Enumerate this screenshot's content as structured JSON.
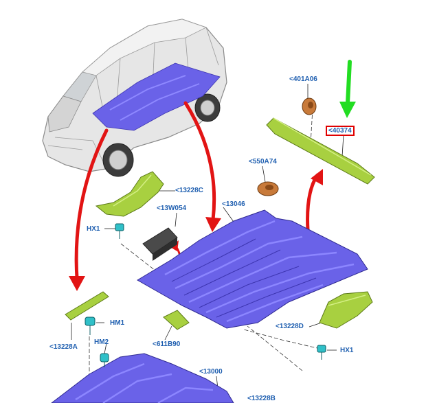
{
  "parts": [
    {
      "id": "label-401A06",
      "text": "<401A06"
    },
    {
      "id": "label-40374",
      "text": "<40374",
      "highlighted": true
    },
    {
      "id": "label-550A74",
      "text": "<550A74"
    },
    {
      "id": "label-13228C",
      "text": "<13228C"
    },
    {
      "id": "label-13W054",
      "text": "<13W054"
    },
    {
      "id": "label-13046",
      "text": "<13046"
    },
    {
      "id": "label-HX1-left",
      "text": "HX1"
    },
    {
      "id": "label-HM1",
      "text": "HM1"
    },
    {
      "id": "label-HM2",
      "text": "HM2"
    },
    {
      "id": "label-13228A",
      "text": "<13228A"
    },
    {
      "id": "label-611B90",
      "text": "<611B90"
    },
    {
      "id": "label-13228D",
      "text": "<13228D"
    },
    {
      "id": "label-HX1-right",
      "text": "HX1"
    },
    {
      "id": "label-13000",
      "text": "<13000"
    },
    {
      "id": "label-13228B",
      "text": "<13228B"
    }
  ],
  "colors": {
    "label_text": "#1f5fb0",
    "highlight_box": "#e00000",
    "pointer_arrow": "#22dd22",
    "flow_arrow": "#e21414",
    "floor_panel": "#6a62e8",
    "trim_parts": "#a8d040",
    "gasket": "#c87a3a",
    "fastener": "#30c0c8",
    "vehicle_body": "#d8d8d8"
  }
}
